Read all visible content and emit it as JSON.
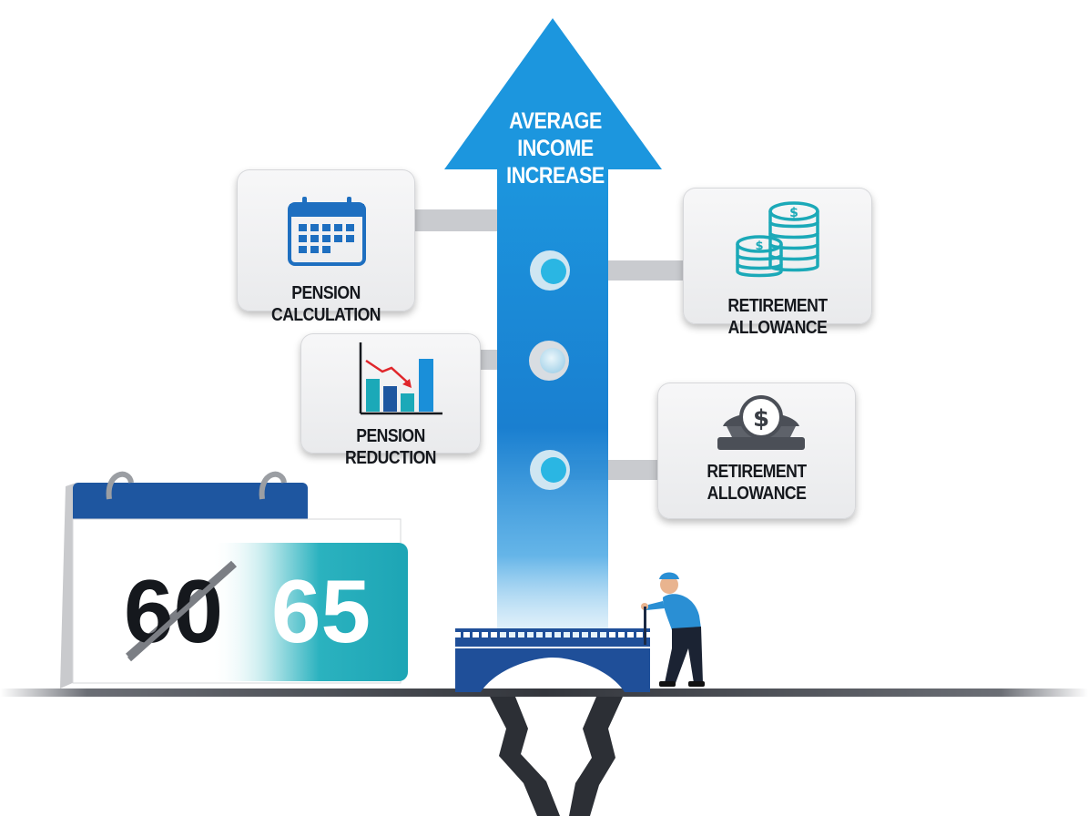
{
  "arrow": {
    "lines": [
      "AVERAGE",
      "INCOME",
      "INCREASE"
    ]
  },
  "cards": {
    "pension_calculation": "PENSION CALCULATION",
    "retirement_allowance_top": "RETIREMENT ALLOWANCE",
    "pension_reduction": "PENSION REDUCTION",
    "retirement_allowance_bottom": [
      "RETIREMENT",
      "ALLOWANCE"
    ]
  },
  "calendar": {
    "old_age": "60",
    "new_age": "65"
  },
  "icons": {
    "calendar_card": "calendar-icon",
    "coins_card": "coin-stacks-icon",
    "chart_card": "declining-bar-chart-icon",
    "savings_card": "dollar-coin-bowl-icon"
  },
  "colors": {
    "arrow_blue": "#1c8fd9",
    "dark_blue": "#1e56a0",
    "teal": "#1ba9b8",
    "red_trend": "#e0262b",
    "ground": "#3a3d44"
  }
}
